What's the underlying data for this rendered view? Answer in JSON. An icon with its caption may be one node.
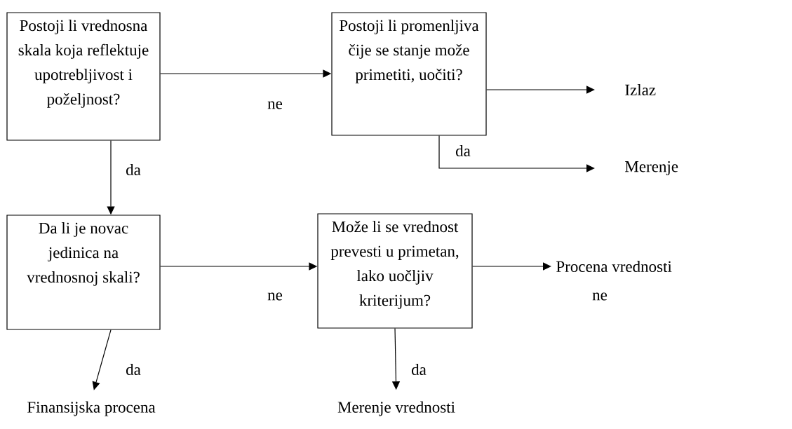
{
  "diagram": {
    "nodes": [
      {
        "text": [
          "Postoji li vrednosna skala koja reflektuje upotrebljivost i poželjnost?"
        ]
      },
      {
        "text": [
          "Postoji li promenljiva čije se stanje može primetiti, uočiti?"
        ]
      },
      {
        "text": [
          "Izlaz"
        ]
      },
      {
        "text": [
          "Merenje"
        ]
      },
      {
        "text": [
          "Da li je novac jedinica na vrednosnoj skali?"
        ]
      },
      {
        "text": [
          "Može li se vrednost prevesti u primetan, lako uočljiv kriterijum?"
        ]
      },
      {
        "text": [
          "Procena vrednosti"
        ]
      },
      {
        "text": [
          "Finansijska procena"
        ]
      },
      {
        "text": [
          "Merenje vrednosti"
        ]
      }
    ],
    "edges": [
      {
        "from": 0,
        "to": 1,
        "arrow": "to",
        "label": "ne"
      },
      {
        "from": 1,
        "to": 2,
        "arrow": "to"
      },
      {
        "from": 1,
        "to": 3,
        "arrow": "to",
        "label": "da"
      },
      {
        "from": 0,
        "to": 4,
        "arrow": "to",
        "label": "da"
      },
      {
        "from": 4,
        "to": 5,
        "arrow": "to",
        "label": "ne"
      },
      {
        "from": 5,
        "to": 6,
        "arrow": "to",
        "label": "ne"
      },
      {
        "from": 4,
        "to": 7,
        "arrow": "to",
        "label": "da"
      },
      {
        "from": 5,
        "to": 8,
        "arrow": "to",
        "label": "da"
      }
    ]
  }
}
